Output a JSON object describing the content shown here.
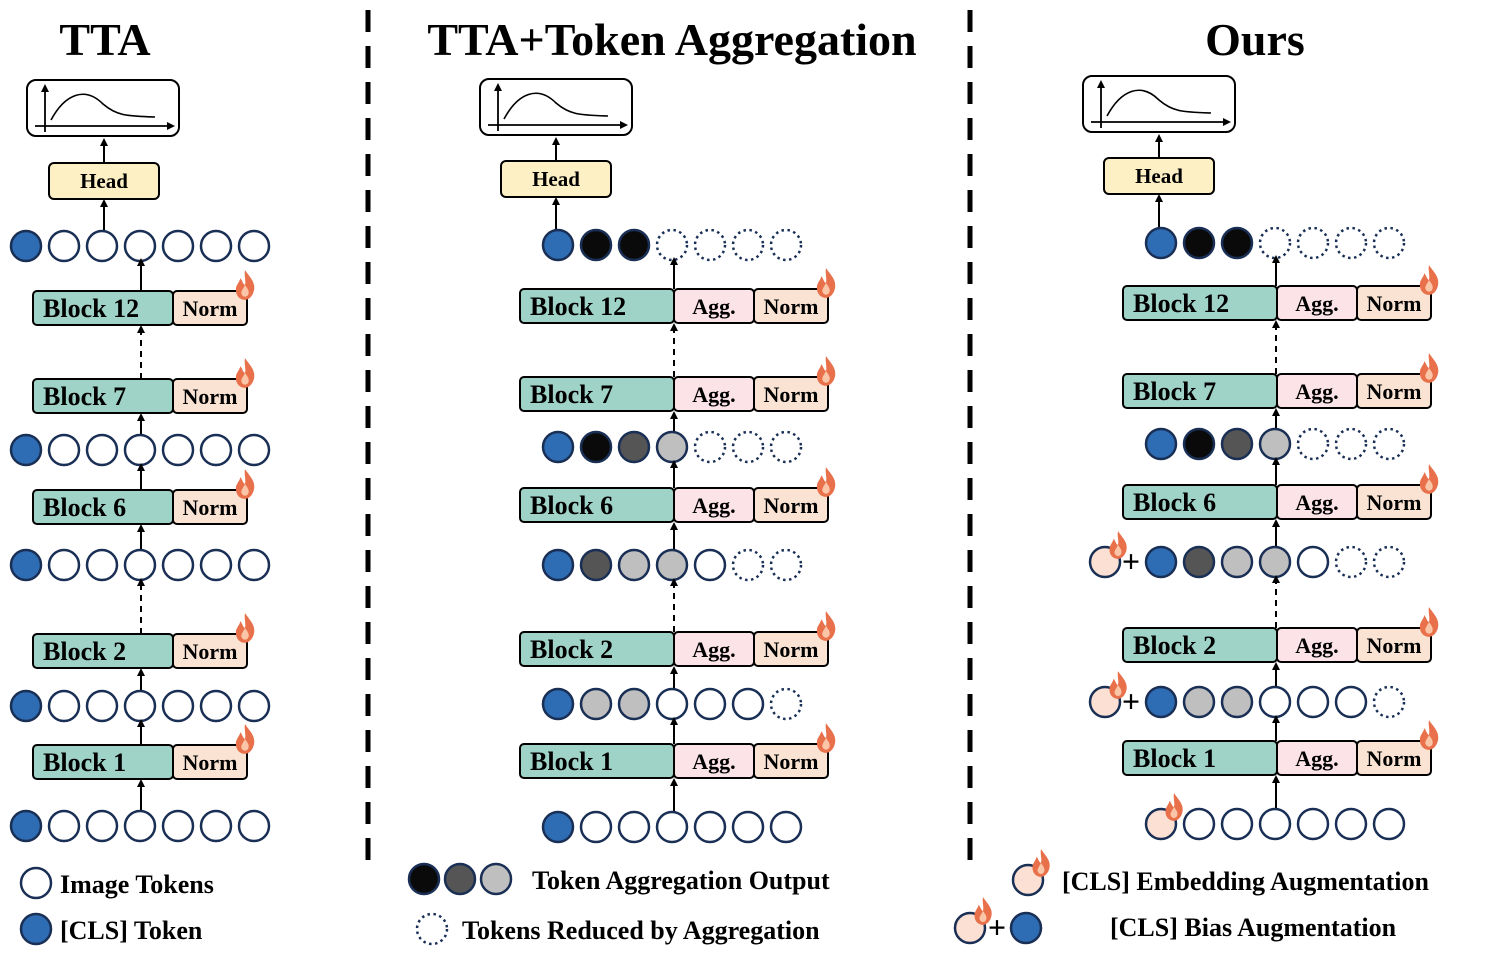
{
  "colors": {
    "cls": "#2e6db4",
    "block": "#9fd3c7",
    "agg": "#fbe3e8",
    "norm": "#fae3d2",
    "head": "#fdf0c4",
    "gray_dark": "#555555",
    "gray_light": "#bfbfbf",
    "black": "#0a0a0a",
    "aug": "#fbe0d3",
    "flame": "#e8704a"
  },
  "icons": [
    "flame-icon",
    "curve-plot-icon"
  ],
  "panels": [
    {
      "title": "TTA",
      "head_label": "Head",
      "blocks": [
        {
          "label": "Block 12",
          "modules": [
            "Norm"
          ]
        },
        {
          "label": "Block 7",
          "modules": [
            "Norm"
          ]
        },
        {
          "label": "Block 6",
          "modules": [
            "Norm"
          ]
        },
        {
          "label": "Block 2",
          "modules": [
            "Norm"
          ]
        },
        {
          "label": "Block 1",
          "modules": [
            "Norm"
          ]
        }
      ],
      "token_rows": [
        {
          "prefix": "none",
          "tokens": [
            "cls",
            "img",
            "img",
            "img",
            "img",
            "img",
            "img"
          ]
        },
        {
          "prefix": "none",
          "tokens": [
            "cls",
            "img",
            "img",
            "img",
            "img",
            "img",
            "img"
          ]
        },
        {
          "prefix": "none",
          "tokens": [
            "cls",
            "img",
            "img",
            "img",
            "img",
            "img",
            "img"
          ]
        },
        {
          "prefix": "none",
          "tokens": [
            "cls",
            "img",
            "img",
            "img",
            "img",
            "img",
            "img"
          ]
        },
        {
          "prefix": "none",
          "tokens": [
            "cls",
            "img",
            "img",
            "img",
            "img",
            "img",
            "img"
          ]
        }
      ]
    },
    {
      "title": "TTA+Token Aggregation",
      "head_label": "Head",
      "blocks": [
        {
          "label": "Block 12",
          "modules": [
            "Agg.",
            "Norm"
          ]
        },
        {
          "label": "Block 7",
          "modules": [
            "Agg.",
            "Norm"
          ]
        },
        {
          "label": "Block 6",
          "modules": [
            "Agg.",
            "Norm"
          ]
        },
        {
          "label": "Block 2",
          "modules": [
            "Agg.",
            "Norm"
          ]
        },
        {
          "label": "Block 1",
          "modules": [
            "Agg.",
            "Norm"
          ]
        }
      ],
      "token_rows": [
        {
          "prefix": "none",
          "tokens": [
            "cls",
            "black",
            "black",
            "dot",
            "dot",
            "dot",
            "dot"
          ]
        },
        {
          "prefix": "none",
          "tokens": [
            "cls",
            "black",
            "dark",
            "light",
            "dot",
            "dot",
            "dot"
          ]
        },
        {
          "prefix": "none",
          "tokens": [
            "cls",
            "dark",
            "light",
            "light",
            "img",
            "dot",
            "dot"
          ]
        },
        {
          "prefix": "none",
          "tokens": [
            "cls",
            "light",
            "light",
            "img",
            "img",
            "img",
            "dot"
          ]
        },
        {
          "prefix": "none",
          "tokens": [
            "cls",
            "img",
            "img",
            "img",
            "img",
            "img",
            "img"
          ]
        }
      ]
    },
    {
      "title": "Ours",
      "head_label": "Head",
      "blocks": [
        {
          "label": "Block 12",
          "modules": [
            "Agg.",
            "Norm"
          ]
        },
        {
          "label": "Block 7",
          "modules": [
            "Agg.",
            "Norm"
          ]
        },
        {
          "label": "Block 6",
          "modules": [
            "Agg.",
            "Norm"
          ]
        },
        {
          "label": "Block 2",
          "modules": [
            "Agg.",
            "Norm"
          ]
        },
        {
          "label": "Block 1",
          "modules": [
            "Agg.",
            "Norm"
          ]
        }
      ],
      "token_rows": [
        {
          "prefix": "none",
          "tokens": [
            "cls",
            "black",
            "black",
            "dot",
            "dot",
            "dot",
            "dot"
          ]
        },
        {
          "prefix": "none",
          "tokens": [
            "cls",
            "black",
            "dark",
            "light",
            "dot",
            "dot",
            "dot"
          ]
        },
        {
          "prefix": "bias",
          "tokens": [
            "cls",
            "dark",
            "light",
            "light",
            "img",
            "dot",
            "dot"
          ]
        },
        {
          "prefix": "bias",
          "tokens": [
            "cls",
            "light",
            "light",
            "img",
            "img",
            "img",
            "dot"
          ]
        },
        {
          "prefix": "embed",
          "tokens": [
            "aug",
            "img",
            "img",
            "img",
            "img",
            "img",
            "img"
          ]
        }
      ]
    }
  ],
  "legend": {
    "image_tokens": "Image Tokens",
    "cls_token": "[CLS] Token",
    "agg_output": "Token Aggregation Output",
    "reduced": "Tokens Reduced by Aggregation",
    "cls_embed_aug": "[CLS] Embedding Augmentation",
    "cls_bias_aug": "[CLS] Bias Augmentation"
  }
}
